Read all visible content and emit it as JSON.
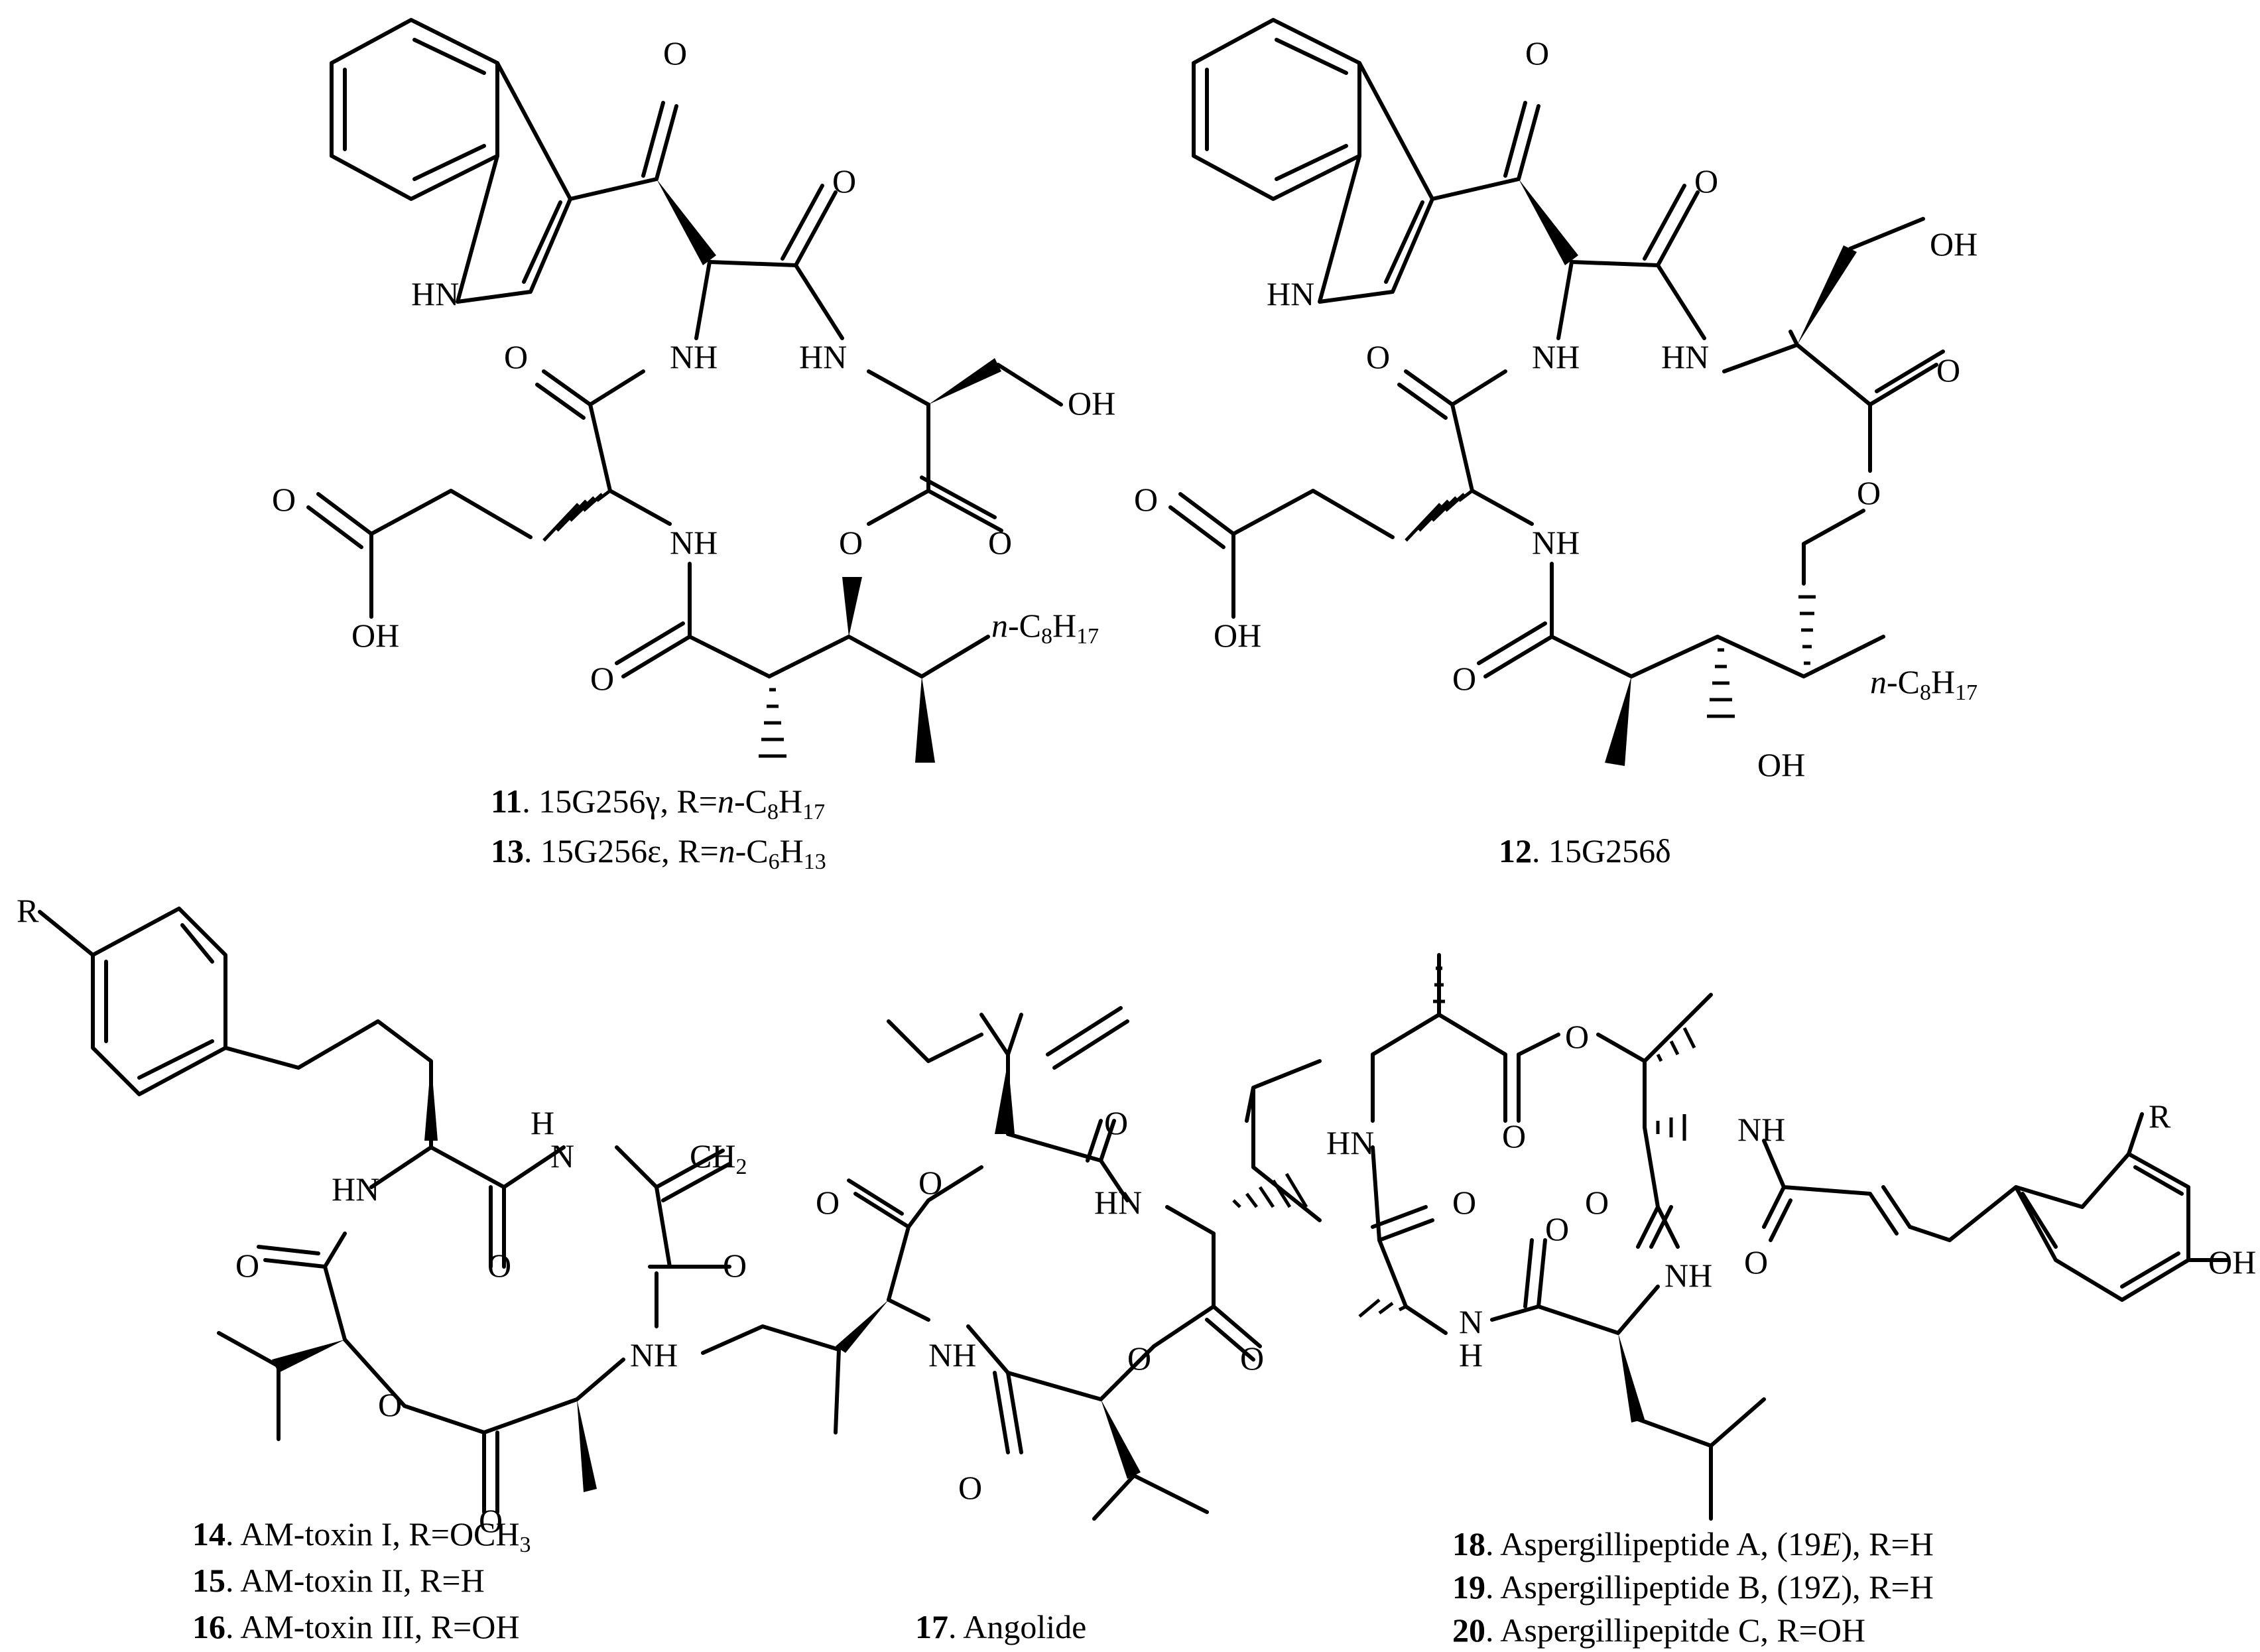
{
  "atoms": {
    "O": "O",
    "NH": "NH",
    "HN": "HN",
    "OH": "OH",
    "H": "H",
    "N": "N",
    "R": "R",
    "CH": "CH",
    "sub2": "2",
    "nC8H17_n": "n",
    "nC8H17_C": "-C",
    "nC8H17_8": "8",
    "nC8H17_H": "H",
    "nC8H17_17": "17"
  },
  "captions": {
    "c11": {
      "num": "11",
      "text": ". 15G256γ, R=",
      "n": "n",
      "rest": "-C",
      "s1": "8",
      "h": "H",
      "s2": "17"
    },
    "c13": {
      "num": "13",
      "text": ". 15G256ε, R=",
      "n": "n",
      "rest": "-C",
      "s1": "6",
      "h": "H",
      "s2": "13"
    },
    "c12": {
      "num": "12",
      "text": ". 15G256δ"
    },
    "c14": {
      "num": "14",
      "text": ". AM-toxin I, R=OCH",
      "s": "3"
    },
    "c15": {
      "num": "15",
      "text": ". AM-toxin II, R=H"
    },
    "c16": {
      "num": "16",
      "text": ". AM-toxin III, R=OH"
    },
    "c17": {
      "num": "17",
      "text": ". Angolide"
    },
    "c18": {
      "num": "18",
      "text": ". Aspergillipeptide A, (19",
      "e": "E",
      "rest": "), R=H"
    },
    "c19": {
      "num": "19",
      "text": ". Aspergillipeptide B, (19Z), R=H"
    },
    "c20": {
      "num": "20",
      "text": ". Aspergillipepitde C, R=OH"
    }
  }
}
